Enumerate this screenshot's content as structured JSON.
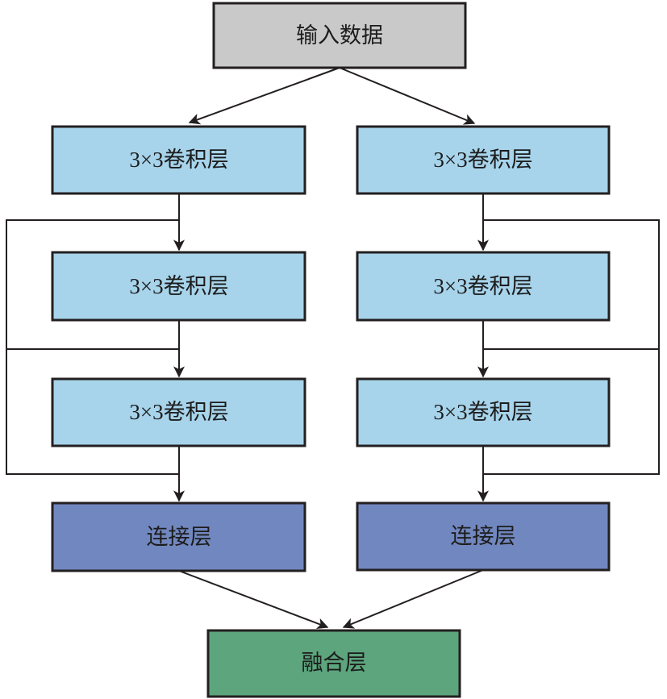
{
  "diagram": {
    "type": "flowchart",
    "description_labels": {
      "input": "输入数据",
      "conv": "3×3卷积层",
      "concat": "连接层",
      "fusion": "融合层"
    },
    "colors": {
      "input_fill": "#c9c9c9",
      "conv_fill": "#a7d4eb",
      "concat_fill": "#7187bf",
      "fusion_fill": "#5ca57d",
      "line": "#231f20",
      "text": "#1c1c1c"
    },
    "nodes": {
      "input": {
        "label": "输入数据"
      },
      "conv_left_1": {
        "label": "3×3卷积层"
      },
      "conv_right_1": {
        "label": "3×3卷积层"
      },
      "conv_left_2": {
        "label": "3×3卷积层"
      },
      "conv_right_2": {
        "label": "3×3卷积层"
      },
      "conv_left_3": {
        "label": "3×3卷积层"
      },
      "conv_right_3": {
        "label": "3×3卷积层"
      },
      "concat_left": {
        "label": "连接层"
      },
      "concat_right": {
        "label": "连接层"
      },
      "fusion": {
        "label": "融合层"
      }
    }
  }
}
